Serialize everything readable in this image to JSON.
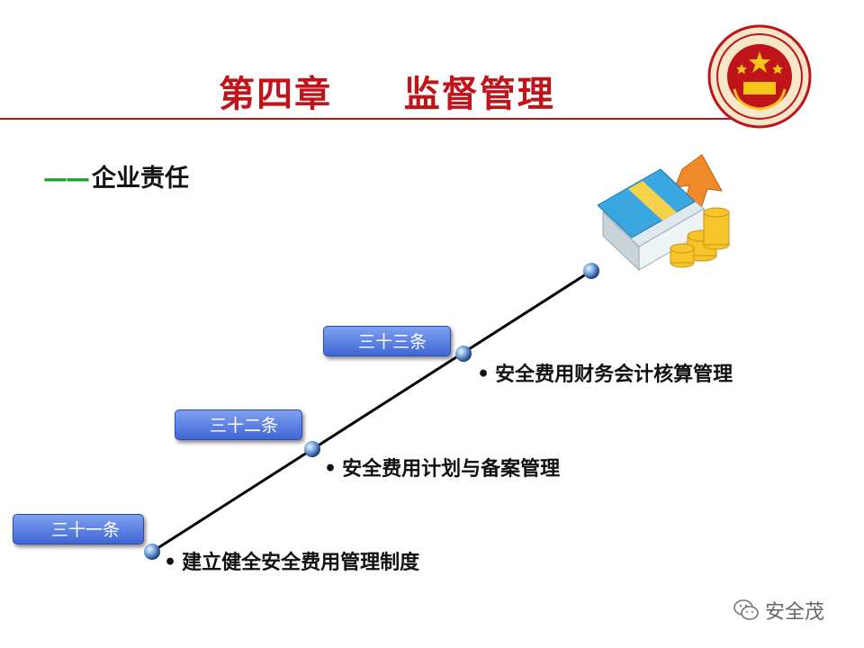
{
  "title": "第四章     监督管理",
  "subtitle": {
    "dash": "——",
    "text": "企业责任"
  },
  "steps": [
    {
      "tag": "三十一条",
      "text": "建立健全安全费用管理制度"
    },
    {
      "tag": "三十二条",
      "text": "安全费用计划与备案管理"
    },
    {
      "tag": "三十三条",
      "text": "安全费用财务会计核算管理"
    }
  ],
  "bullet": "•",
  "watermark": "安全茂",
  "icons": {
    "emblem": "state-safety-emblem",
    "money": "money-stack-icon",
    "watermark": "wechat-icon"
  },
  "colors": {
    "title": "#c0141b",
    "accent": "#1aa13a",
    "tag": "#3f66d6"
  }
}
